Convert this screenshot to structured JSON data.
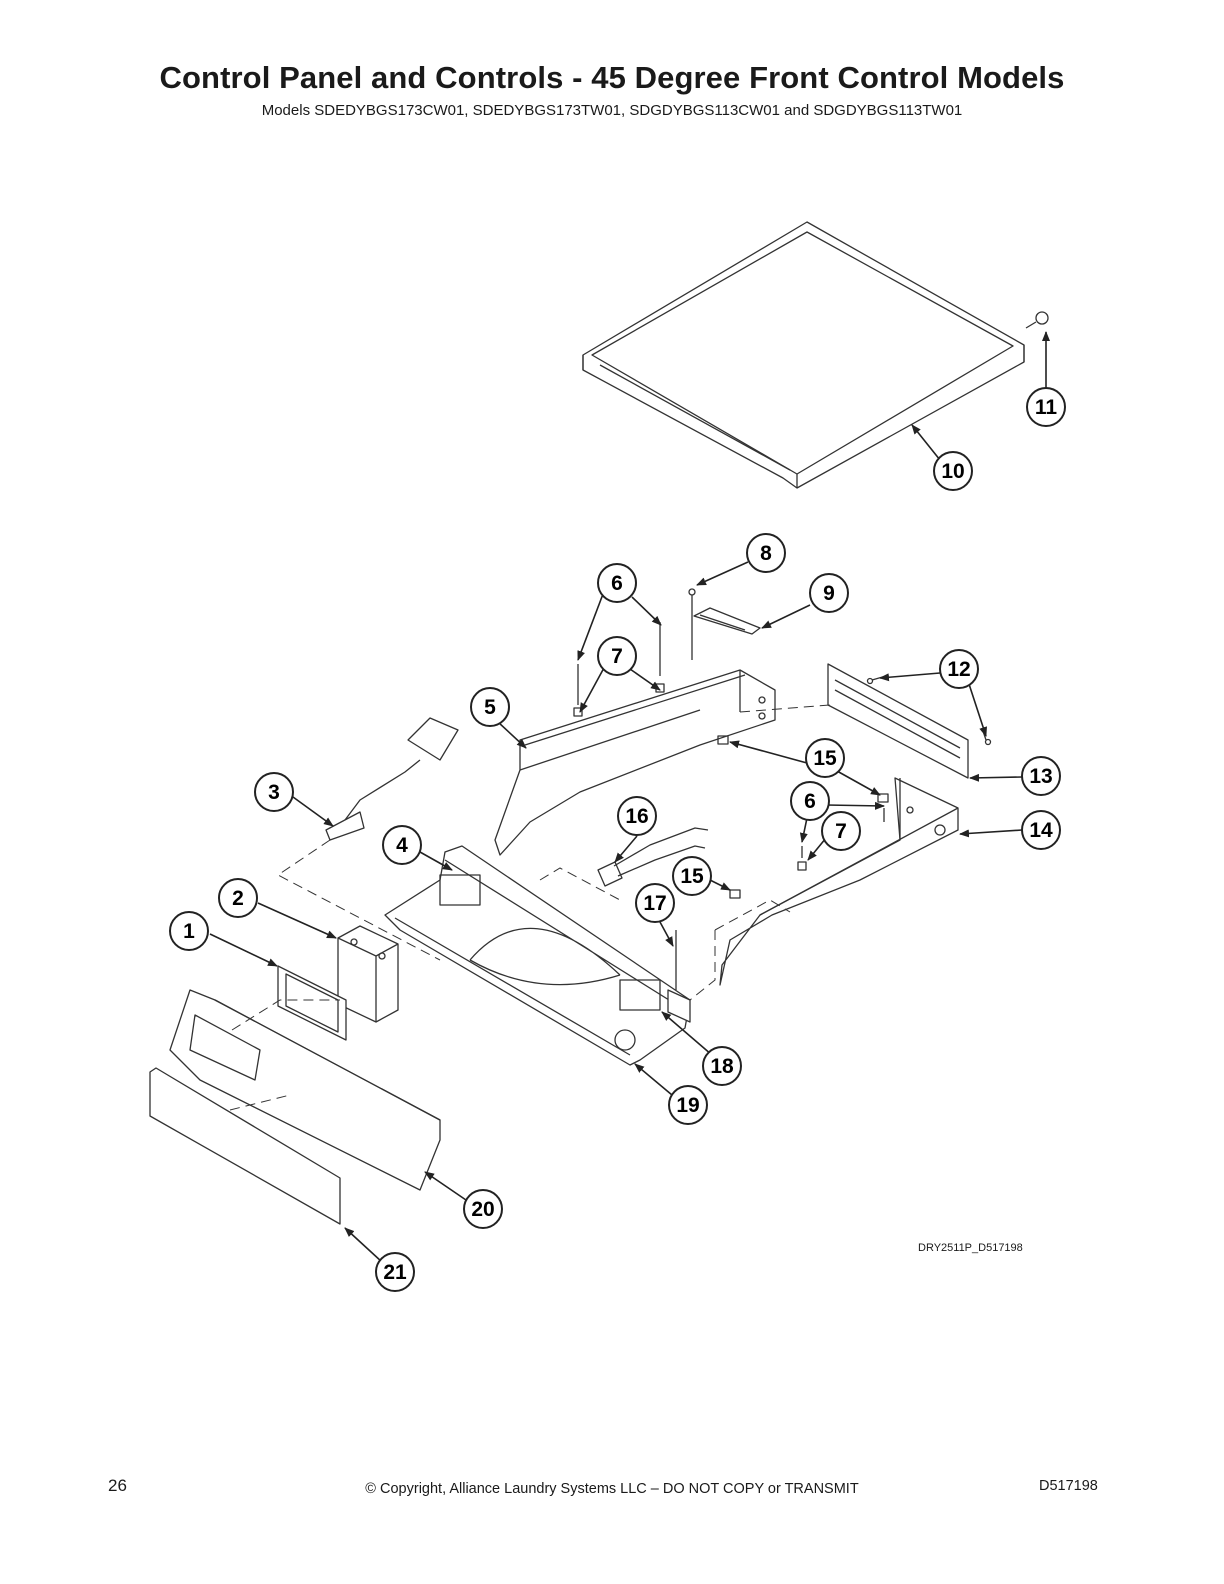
{
  "header": {
    "title": "Control Panel and Controls - 45 Degree Front Control Models",
    "models": "Models SDEDYBGS173CW01, SDEDYBGS173TW01, SDGDYBGS113CW01 and SDGDYBGS113TW01"
  },
  "diagram": {
    "figure_code": "DRY2511P_D517198",
    "callouts": [
      "1",
      "2",
      "3",
      "4",
      "5",
      "6",
      "7",
      "8",
      "9",
      "10",
      "11",
      "12",
      "13",
      "14",
      "15",
      "16",
      "17",
      "18",
      "19",
      "20",
      "21",
      "6",
      "7",
      "15"
    ]
  },
  "footer": {
    "page_number": "26",
    "copyright": "© Copyright, Alliance Laundry Systems LLC – DO NOT COPY or TRANSMIT",
    "doc_number": "D517198"
  }
}
